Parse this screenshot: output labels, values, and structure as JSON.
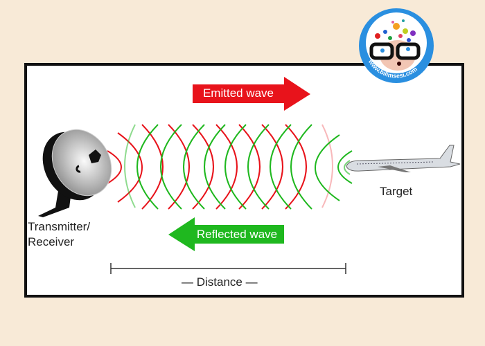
{
  "labels": {
    "emitted": "Emitted wave",
    "reflected": "Reflected wave",
    "target": "Target",
    "transmitter_line1": "Transmitter/",
    "transmitter_line2": "Receiver",
    "distance": "— Distance —"
  },
  "logo": {
    "text": "www.bilimsesi.com"
  },
  "colors": {
    "emitted": "#e8131b",
    "reflected": "#1fb81f",
    "background": "#f8ead7",
    "frame": "#111111",
    "logo_ring": "#2a8fe0"
  }
}
